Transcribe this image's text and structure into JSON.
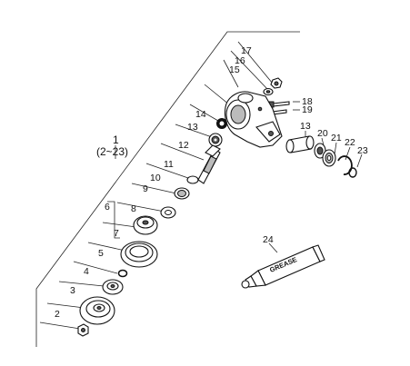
{
  "labels": {
    "assembly": "1",
    "assembly_range": "(2~23)",
    "p2": "2",
    "p3": "3",
    "p4": "4",
    "p5": "5",
    "p6": "6",
    "p7": "7",
    "p8": "8",
    "p9": "9",
    "p10": "10",
    "p11": "11",
    "p12": "12",
    "p13a": "13",
    "p13b": "13",
    "p14": "14",
    "p15": "15",
    "p16": "16",
    "p17": "17",
    "p18": "18",
    "p19": "19",
    "p20": "20",
    "p21": "21",
    "p22": "22",
    "p23": "23",
    "p24": "24"
  },
  "tube_text": "GREASE"
}
